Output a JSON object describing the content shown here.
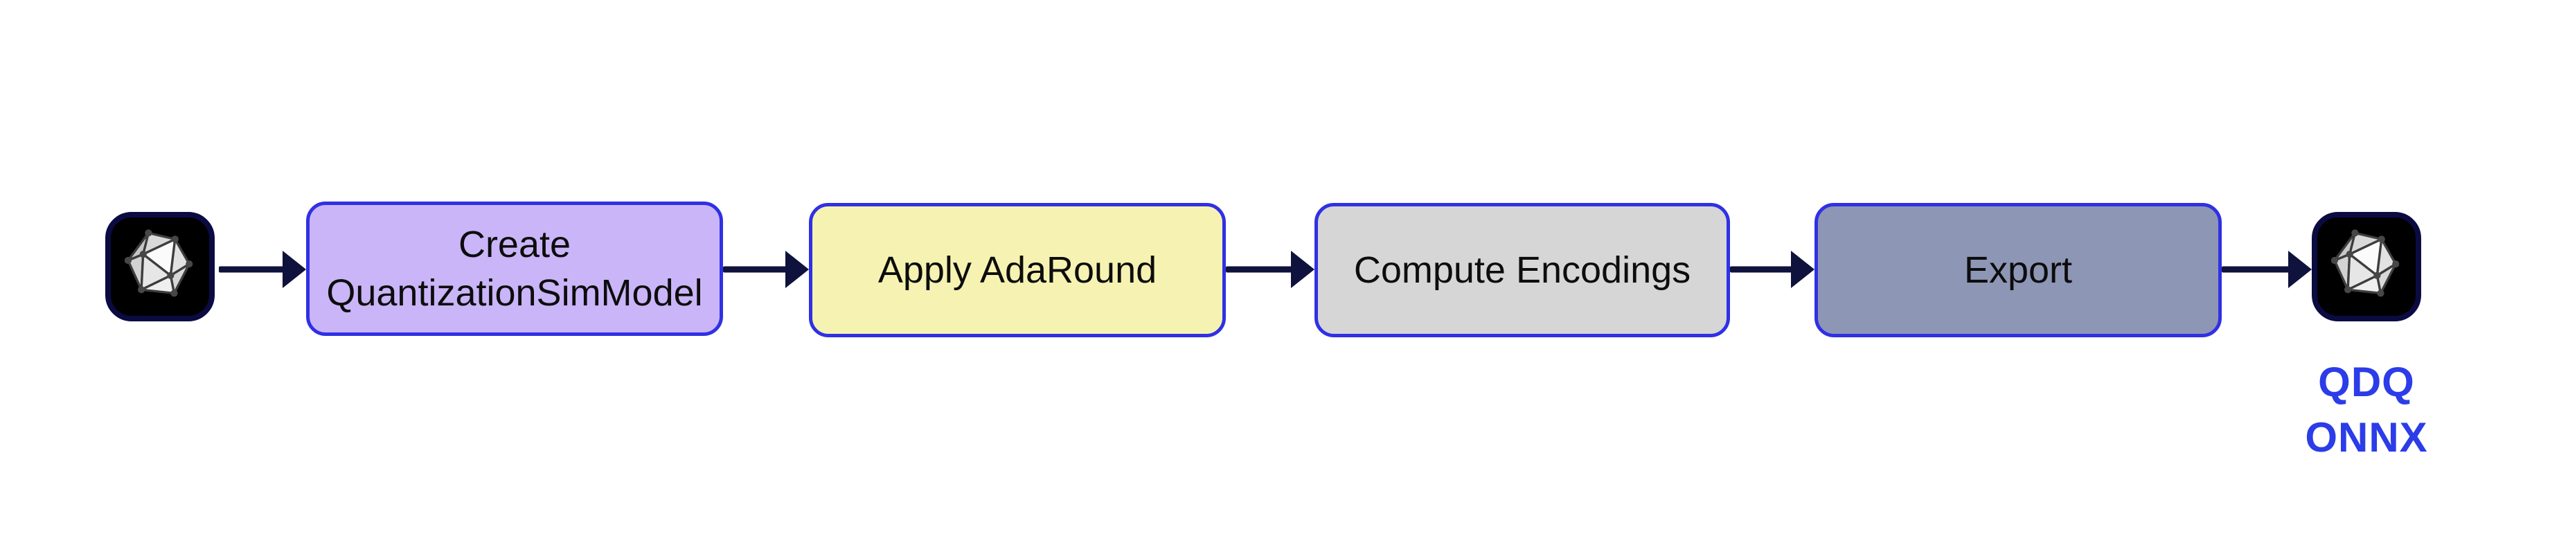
{
  "flow": {
    "source": {
      "icon": "onnx-logo",
      "label": ""
    },
    "steps": [
      {
        "line1": "Create",
        "line2": "QuantizationSimModel",
        "fill": "#c9b5f8"
      },
      {
        "line1": "Apply AdaRound",
        "line2": "",
        "fill": "#f6f3b2"
      },
      {
        "line1": "Compute Encodings",
        "line2": "",
        "fill": "#d6d6d6"
      },
      {
        "line1": "Export",
        "line2": "",
        "fill": "#8e96b6"
      }
    ],
    "output": {
      "icon": "onnx-logo",
      "label_line1": "QDQ",
      "label_line2": "ONNX"
    },
    "colors": {
      "box_border": "#3030e4",
      "arrow": "#0e123c",
      "icon_border": "#0b0b42",
      "icon_background": "#000000",
      "output_label_text": "#2b3ce8",
      "step_text": "#0d0d0d",
      "background": "#ffffff"
    }
  }
}
